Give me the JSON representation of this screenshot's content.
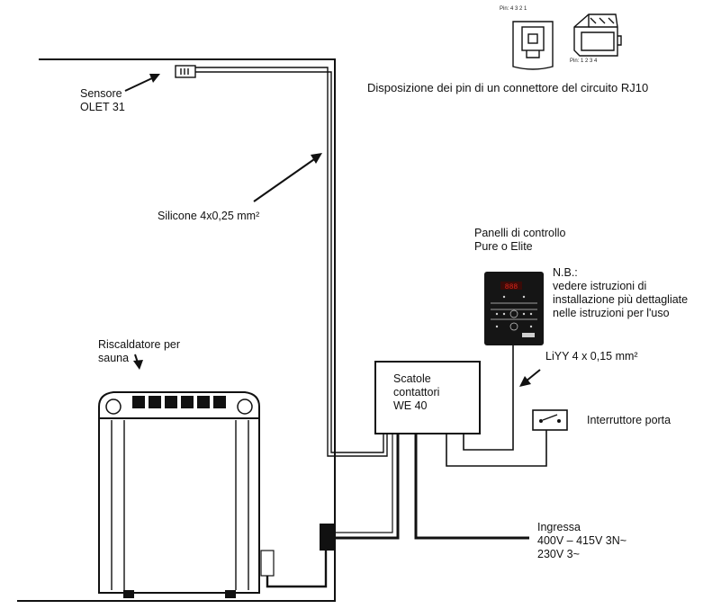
{
  "sensor_label": [
    "Sensore",
    "OLET 31"
  ],
  "cable_label": "Silicone 4x0,25 mm²",
  "heater_label": [
    "Riscaldatore per",
    "sauna"
  ],
  "contactor_label": [
    "Scatole",
    "contattori",
    "WE 40"
  ],
  "control_panel_label": [
    "Panelli di controllo",
    "Pure o Elite"
  ],
  "note_label": [
    "N.B.:",
    "vedere istruzioni di",
    "installazione più dettagliate",
    "nelle istruzioni per l'uso"
  ],
  "panel_cable_label": "LiYY 4 x 0,15 mm²",
  "door_switch_label": "Interruttore porta",
  "input_label": [
    "Ingressa",
    "400V – 415V 3N~",
    "230V 3~"
  ],
  "rj10_caption": "Disposizione dei pin di un connettore del circuito RJ10",
  "rj10_pins_top": "Pin:  4  3  2  1",
  "rj10_pins_bottom": "Pin:  1  2  3  4",
  "colors": {
    "line": "#111111",
    "panel": "#151515",
    "display": "#e0261b"
  },
  "icons": [
    "sensor-icon",
    "heater-icon",
    "contactor-box-icon",
    "control-panel-icon",
    "door-switch-icon",
    "rj10-connector-icon"
  ]
}
